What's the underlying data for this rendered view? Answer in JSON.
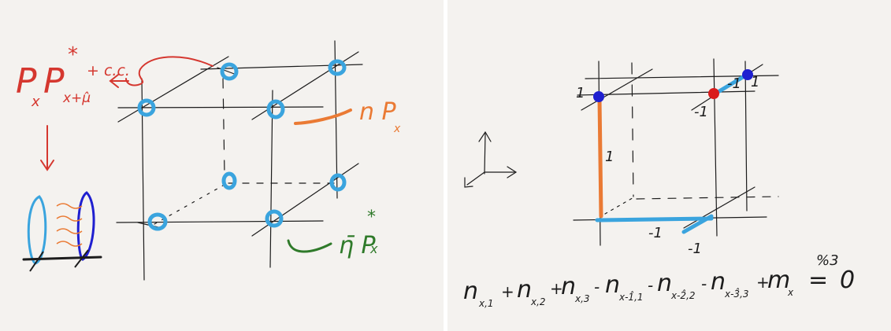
{
  "left_panel": {
    "term_main": "P",
    "term_sub_1": "x",
    "term_conj": "P",
    "term_star": "*",
    "term_sub_2": "x+μ̂",
    "term_cc": "+ c.c.",
    "np_label": "n P",
    "np_sub": "x",
    "eta_label": "η̄ P",
    "eta_sup": "*",
    "eta_sub": "x"
  },
  "right_panel": {
    "edge_labels": {
      "top_left_1": "1",
      "vertical_1": "1",
      "top_right_neg1": "-1",
      "top_right_neg1_b": "-1",
      "top_right_1": "1",
      "bottom_neg1": "-1",
      "bottom_neg1_b": "-1"
    },
    "equation": "n_{x,1} + n_{x,2} + n_{x,3} − n_{x−1̂,1} − n_{x−2̂,2} − n_{x−3̂,3} + m_x = 0",
    "eq_parts": {
      "n1": "n",
      "n1_sub": "x,1",
      "plus1": "+",
      "n2": "n",
      "n2_sub": "x,2",
      "plus2": "+",
      "n3": "n",
      "n3_sub": "x,3",
      "minus1": "-",
      "n4": "n",
      "n4_sub": "x-1̂,1",
      "minus2": "-",
      "n5": "n",
      "n5_sub": "x-2̂,2",
      "minus3": "-",
      "n6": "n",
      "n6_sub": "x-3̂,3",
      "plus3": "+",
      "m": "m",
      "m_sub": "x",
      "equals": "=",
      "zero": "0",
      "mod": "%3"
    }
  },
  "colors": {
    "ink": "#1c1c1c",
    "red": "#d5372f",
    "blue_light": "#3aa4de",
    "blue_dark": "#1f1fd0",
    "orange": "#ea7a34",
    "green": "#2f7a2a",
    "red_node": "#d91c1c"
  }
}
